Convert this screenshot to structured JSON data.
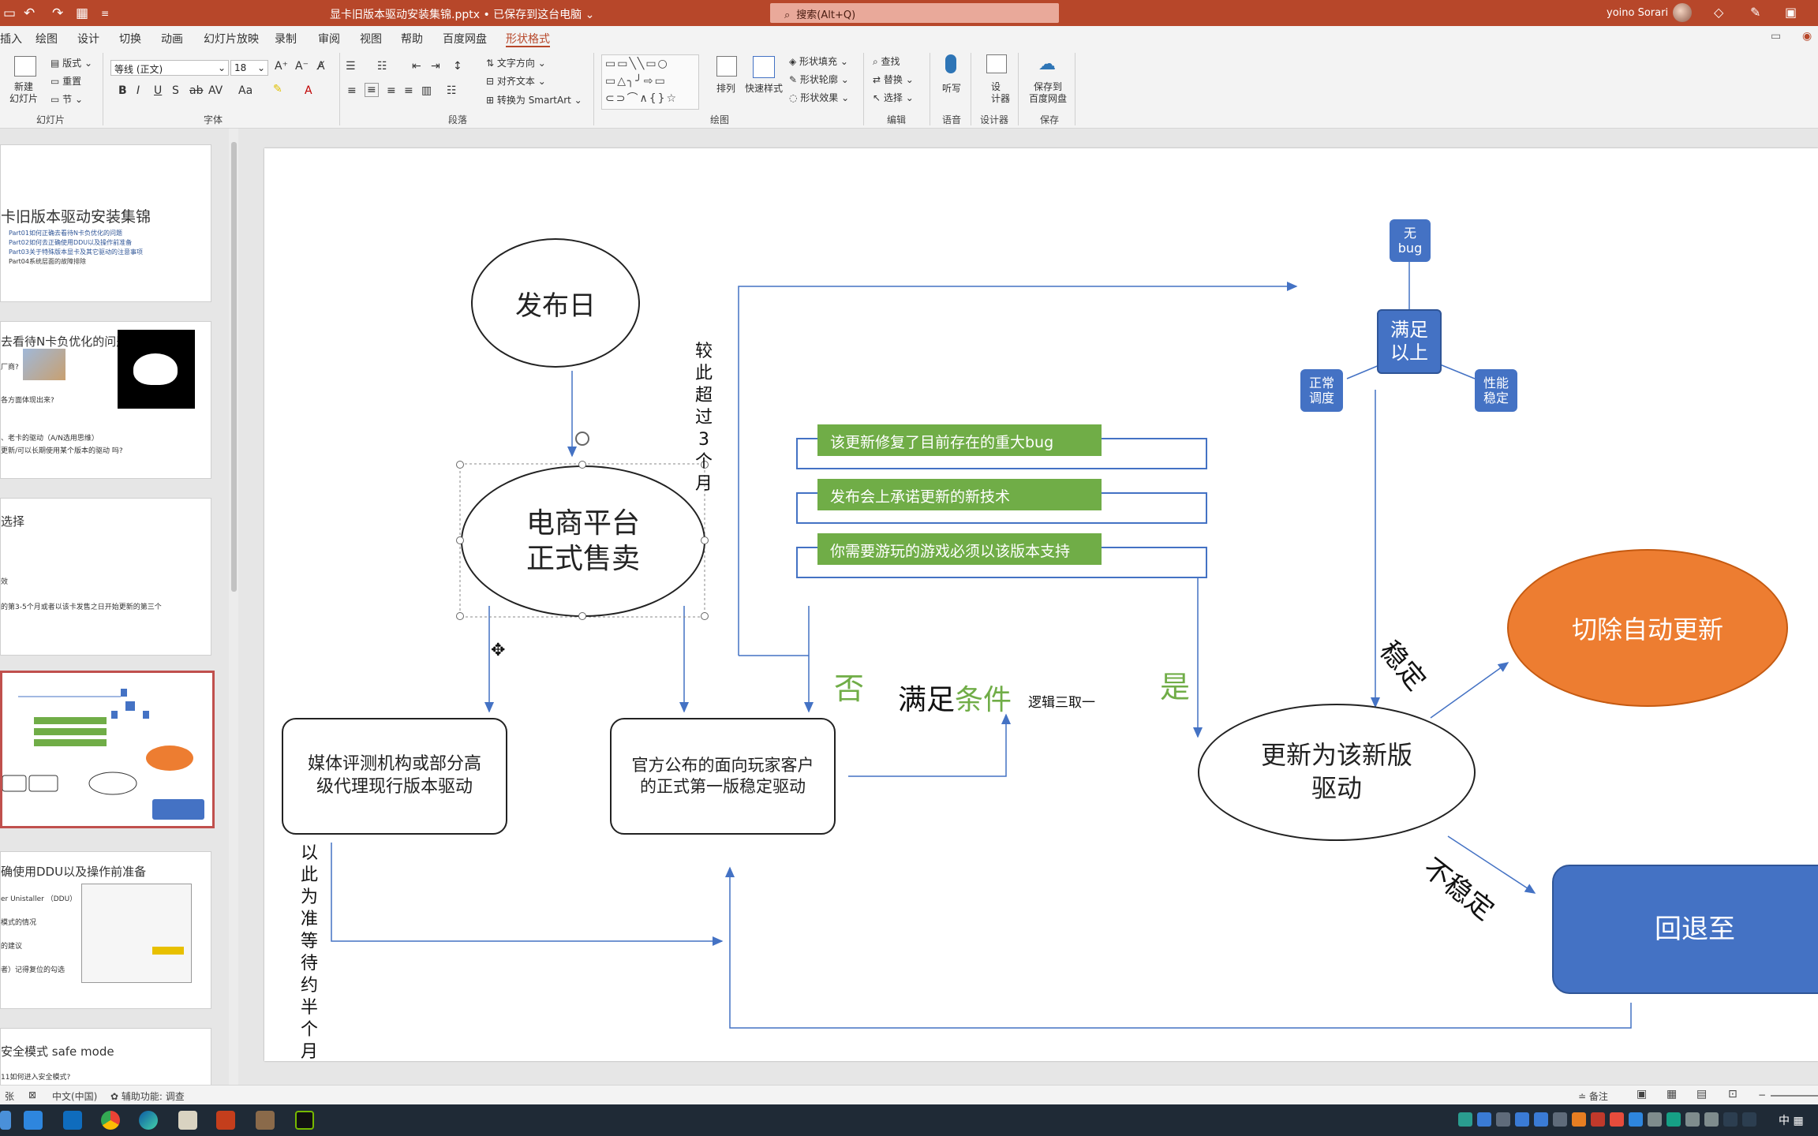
{
  "window": {
    "title": "显卡旧版本驱动安装集锦.pptx • 已保存到这台电脑 ⌄",
    "search_placeholder": "搜索(Alt+Q)",
    "user_name": "yoino Sorari"
  },
  "menu": {
    "tabs": [
      "插入",
      "绘图",
      "设计",
      "切换",
      "动画",
      "幻灯片放映",
      "录制",
      "审阅",
      "视图",
      "帮助",
      "百度网盘",
      "形状格式"
    ],
    "active_tab": "形状格式"
  },
  "ribbon": {
    "new_slide": "新建\n幻灯片",
    "layout": "版式",
    "reset": "重置",
    "section": "节",
    "group_slides": "幻灯片",
    "font_name": "等线 (正文)",
    "font_size": "18",
    "group_font": "字体",
    "text_direction": "文字方向",
    "align_text": "对齐文本",
    "convert_smartart": "转换为 SmartArt",
    "group_paragraph": "段落",
    "arrange": "排列",
    "quick_styles": "快速样式",
    "shape_fill": "形状填充",
    "shape_outline": "形状轮廓",
    "shape_effects": "形状效果",
    "group_drawing": "绘图",
    "find": "查找",
    "replace": "替换",
    "select": "选择",
    "group_editing": "编辑",
    "dictate": "听写",
    "group_voice": "语音",
    "designer": "设\n计器",
    "group_designer": "设计器",
    "save_baidu": "保存到\n百度网盘",
    "group_save": "保存"
  },
  "thumbnails": {
    "t1_title": "卡旧版本驱动安装集锦",
    "t1_lines": [
      "Part01如何正确去看待N卡负优化的问题",
      "Part02如何去正确使用DDU以及操作前准备",
      "Part03关于特殊版本显卡及其它驱动的注意事项",
      "Part04系统层面的故障排除"
    ],
    "t2_title": "去看待N卡负优化的问题",
    "t2_lines": [
      "厂商?",
      "各方面体现出来?",
      "、老卡的驱动（A/N选用思维）",
      "更新/可以长期使用某个版本的驱动 吗?"
    ],
    "t3_title": "选择",
    "t3_lines": [
      "效",
      "的第3-5个月或者以该卡发售之日开始更新的第三个"
    ],
    "t5_title": "确使用DDU以及操作前准备",
    "t5_lines": [
      "er Unistaller （DDU）",
      "模式的情况",
      "的建议",
      "者）记得复位的勾选"
    ],
    "t6_title": "安全模式 safe mode",
    "t6_lines": [
      "11如何进入安全模式?"
    ]
  },
  "slide": {
    "release_day": "发布日",
    "ecommerce_sale": "电商平台\n正式售卖",
    "compare_text": "较此超过3个月",
    "media_review": "媒体评测机构或部分高级代理现行版本驱动",
    "wait_text": "以此为准等待约半个月",
    "official_release": "官方公布的面向玩家客户的正式第一版稳定驱动",
    "cond1": "该更新修复了目前存在的重大bug",
    "cond2": "发布会上承诺更新的新技术",
    "cond3": "你需要游玩的游戏必须以该版本支持",
    "no_label": "否",
    "meet_a": "满足",
    "meet_b": "条件",
    "pick_one": "逻辑三取一",
    "yes_label": "是",
    "meet_above": "满足\n以上",
    "no_bug": "无\nbug",
    "normal_sched": "正常\n调度",
    "stable_perf": "性能\n稳定",
    "update_driver": "更新为该新版\n驱动",
    "stable_label": "稳定",
    "unstable_label": "不稳定",
    "disable_update": "切除自动更新",
    "rollback": "回退至"
  },
  "status": {
    "slide_count": "张",
    "language": "中文(中国)",
    "accessibility": "辅助功能: 调查",
    "notes": "备注"
  },
  "colors": {
    "brand": "#b7472a",
    "green": "#70ad47",
    "blue": "#4472c4",
    "orange": "#ed7d31"
  }
}
